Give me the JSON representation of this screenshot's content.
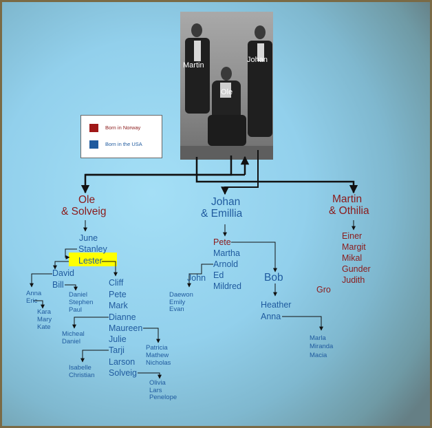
{
  "photo": {
    "names": [
      "Martin",
      "Ole",
      "Johan"
    ]
  },
  "legend": {
    "born_norway": "Born in Norway",
    "born_usa": "Born in the USA",
    "norway_color": "#8b1a1a",
    "usa_color": "#1f5a9e"
  },
  "branch_ole": {
    "couple": [
      "Ole",
      "& Solveig"
    ],
    "children": [
      "June",
      "Stanley",
      "Lester"
    ],
    "lester_children_left": [
      "David",
      "Bill"
    ],
    "david_children": [
      "Anna",
      "Eric"
    ],
    "eric_children": [
      "Kara",
      "Mary",
      "Kate"
    ],
    "bill_children": [
      "Daniel",
      "Stephen",
      "Paul"
    ],
    "lester_children_right": [
      "Cliff",
      "Pete",
      "Mark",
      "Dianne",
      "Maureen",
      "Julie",
      "Tarji",
      "Larson",
      "Solveig"
    ],
    "dianne_children": [
      "Micheal",
      "Daniel"
    ],
    "maureen_children": [
      "Patricia",
      "Mathew",
      "Nicholas"
    ],
    "tarji_children": [
      "Isabelle",
      "Christian"
    ],
    "solveig_children": [
      "Olivia",
      "Lars",
      "Penelope"
    ]
  },
  "branch_johan": {
    "couple": [
      "Johan",
      "& Emillia"
    ],
    "children": [
      "Pete",
      "Martha",
      "Arnold",
      "Ed",
      "Mildred"
    ],
    "john": "John",
    "arnold_children": [
      "Daewon",
      "Emily",
      "Evan"
    ],
    "bob": "Bob",
    "bob_children": [
      "Heather",
      "Anna"
    ],
    "anna_children": [
      "Marla",
      "Miranda",
      "Macia"
    ]
  },
  "branch_martin": {
    "couple": [
      "Martin",
      "& Othilia"
    ],
    "children": [
      "Einer",
      "Margit",
      "Mikal",
      "Gunder",
      "Judith"
    ],
    "gro": "Gro"
  }
}
